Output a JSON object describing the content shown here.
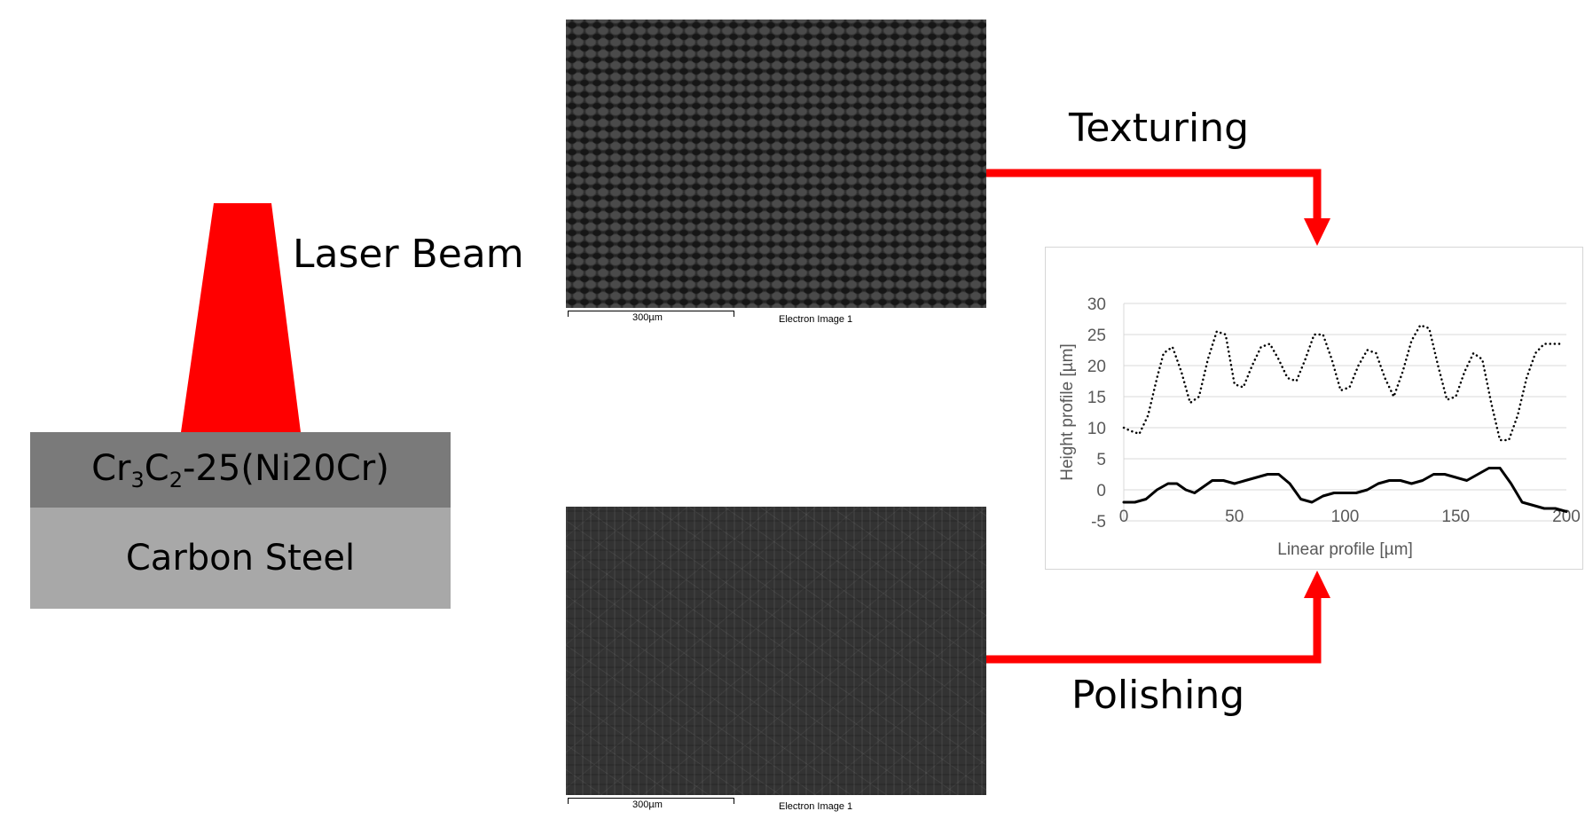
{
  "labels": {
    "laser_beam": "Laser Beam",
    "coating_base": "Cr",
    "coating_sub1": "3",
    "coating_mid": "C",
    "coating_sub2": "2",
    "coating_rest": "-25(Ni20Cr)",
    "substrate": "Carbon Steel",
    "texturing": "Texturing",
    "polishing": "Polishing"
  },
  "sem_images": [
    {
      "scale_label": "300µm",
      "caption": "Electron Image 1"
    },
    {
      "scale_label": "300µm",
      "caption": "Electron Image 1"
    }
  ],
  "colors": {
    "beam": "#ff0000",
    "arrow": "#ff0000",
    "coating": "#7a7a7a",
    "substrate": "#a8a8a8"
  },
  "chart_data": {
    "type": "line",
    "xlabel": "Linear profile [µm]",
    "ylabel": "Height profile [µm]",
    "xlim": [
      0,
      200
    ],
    "ylim": [
      -5,
      30
    ],
    "x_ticks": [
      0,
      50,
      100,
      150,
      200
    ],
    "y_ticks": [
      -5,
      0,
      5,
      10,
      15,
      20,
      25,
      30
    ],
    "grid": "horizontal",
    "series": [
      {
        "style": "dotted",
        "x": [
          0,
          3,
          7,
          11,
          15,
          18,
          22,
          26,
          30,
          34,
          38,
          42,
          46,
          50,
          54,
          58,
          62,
          66,
          70,
          74,
          78,
          82,
          86,
          90,
          94,
          98,
          102,
          106,
          110,
          114,
          118,
          122,
          126,
          130,
          134,
          138,
          142,
          146,
          150,
          154,
          158,
          162,
          166,
          170,
          174,
          178,
          182,
          186,
          190,
          194,
          198
        ],
        "values": [
          10,
          9.5,
          9,
          12,
          18,
          22,
          23,
          19,
          14,
          15,
          21,
          25.5,
          25,
          17,
          16.5,
          20,
          23,
          23.5,
          21,
          18,
          17.5,
          21,
          25,
          25,
          21,
          16,
          16.5,
          20,
          22.5,
          22,
          18,
          15,
          19,
          24,
          26.5,
          26,
          20,
          14.5,
          15,
          19,
          22,
          21,
          14,
          8,
          8,
          12,
          18,
          22,
          23.5,
          23.5,
          23.5
        ]
      },
      {
        "style": "solid",
        "x": [
          0,
          5,
          10,
          15,
          20,
          24,
          28,
          32,
          36,
          40,
          45,
          50,
          55,
          60,
          65,
          70,
          75,
          80,
          85,
          90,
          95,
          100,
          105,
          110,
          115,
          120,
          125,
          130,
          135,
          140,
          145,
          150,
          155,
          160,
          165,
          170,
          175,
          180,
          185,
          190,
          195,
          200
        ],
        "values": [
          -2,
          -2,
          -1.5,
          0,
          1,
          1,
          0,
          -0.5,
          0.5,
          1.5,
          1.5,
          1,
          1.5,
          2,
          2.5,
          2.5,
          1,
          -1.5,
          -2,
          -1,
          -0.5,
          -0.5,
          -0.5,
          0,
          1,
          1.5,
          1.5,
          1,
          1.5,
          2.5,
          2.5,
          2,
          1.5,
          2.5,
          3.5,
          3.5,
          1,
          -2,
          -2.5,
          -3,
          -3,
          -3.5
        ]
      }
    ]
  }
}
